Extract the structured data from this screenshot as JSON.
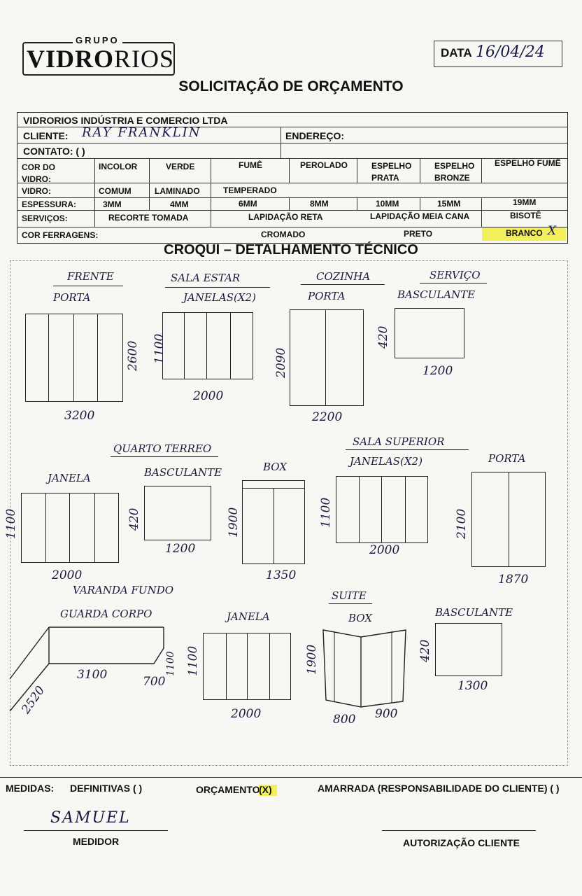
{
  "header": {
    "logo_top": "GRUPO",
    "logo_bold": "VIDRO",
    "logo_light": "RIOS",
    "date_label": "DATA",
    "date_value": "16/04/24",
    "title": "SOLICITAÇÃO DE ORÇAMENTO"
  },
  "form": {
    "company": "VIDRORIOS INDÚSTRIA E COMERCIO LTDA",
    "cliente_label": "CLIENTE:",
    "cliente_value": "RAY FRANKLIN",
    "endereco_label": "ENDEREÇO:",
    "contato_label": "CONTATO: (    )",
    "cor_label": "COR DO VIDRO:",
    "cor_options": [
      "INCOLOR",
      "VERDE",
      "FUMÊ",
      "PEROLADO",
      "ESPELHO PRATA",
      "ESPELHO BRONZE",
      "ESPELHO FUMÊ"
    ],
    "vidro_label": "VIDRO:",
    "vidro_options": [
      "COMUM",
      "LAMINADO",
      "TEMPERADO"
    ],
    "espessura_label": "ESPESSURA:",
    "espessura_options": [
      "3MM",
      "4MM",
      "6MM",
      "8MM",
      "10MM",
      "15MM",
      "19MM"
    ],
    "servicos_label": "SERVIÇOS:",
    "servicos_options": [
      "RECORTE TOMADA",
      "LAPIDAÇÃO RETA",
      "LAPIDAÇÃO MEIA CANA",
      "BISOTÊ"
    ],
    "ferragens_label": "COR FERRAGENS:",
    "ferragens_options": [
      "CROMADO",
      "PRETO",
      "BRANCO"
    ],
    "ferragens_mark": "X",
    "highlight_color": "#f3ef5a"
  },
  "croqui": {
    "title": "CROQUI – DETALHAMENTO TÉCNICO",
    "items": [
      {
        "room": "FRENTE",
        "type": "PORTA",
        "dim_w": "3200",
        "dim_h": "2600"
      },
      {
        "room": "SALA ESTAR",
        "type": "JANELAS(X2)",
        "dim_w": "2000",
        "dim_h": "1100"
      },
      {
        "room": "COZINHA",
        "type": "PORTA",
        "dim_w": "2200",
        "dim_h": "2090"
      },
      {
        "room": "SERVIÇO",
        "type": "BASCULANTE",
        "dim_w": "1200",
        "dim_h": "420"
      },
      {
        "room": "QUARTO TERREO",
        "type": "JANELA",
        "dim_w": "2000",
        "dim_h": "1100"
      },
      {
        "room": "",
        "type": "BASCULANTE",
        "dim_w": "1200",
        "dim_h": "420"
      },
      {
        "room": "",
        "type": "BOX",
        "dim_w": "1350",
        "dim_h": "1900"
      },
      {
        "room": "SALA SUPERIOR",
        "type": "JANELAS(X2)",
        "dim_w": "2000",
        "dim_h": "1100"
      },
      {
        "room": "",
        "type": "PORTA",
        "dim_w": "1870",
        "dim_h": "2100"
      },
      {
        "room": "VARANDA FUNDO",
        "type": "GUARDA CORPO",
        "dim_a": "2520",
        "dim_b": "3100",
        "dim_c": "700",
        "dim_h": "1100"
      },
      {
        "room": "",
        "type": "JANELA",
        "dim_w": "2000",
        "dim_h": "1100"
      },
      {
        "room": "SUITE",
        "type": "BOX",
        "dim_a": "800",
        "dim_b": "900",
        "dim_h": "1900"
      },
      {
        "room": "",
        "type": "BASCULANTE",
        "dim_w": "1300",
        "dim_h": "420"
      }
    ]
  },
  "footer": {
    "medidas_label": "MEDIDAS:",
    "definitivas": "DEFINITIVAS (  )",
    "orcamento": "ORÇAMENTO",
    "orcamento_mark": "(X)",
    "amarrada": "AMARRADA (RESPONSABILIDADE DO CLIENTE) (  )",
    "medidor_name": "SAMUEL",
    "medidor_label": "MEDIDOR",
    "autorizacao_label": "AUTORIZAÇÃO CLIENTE"
  }
}
